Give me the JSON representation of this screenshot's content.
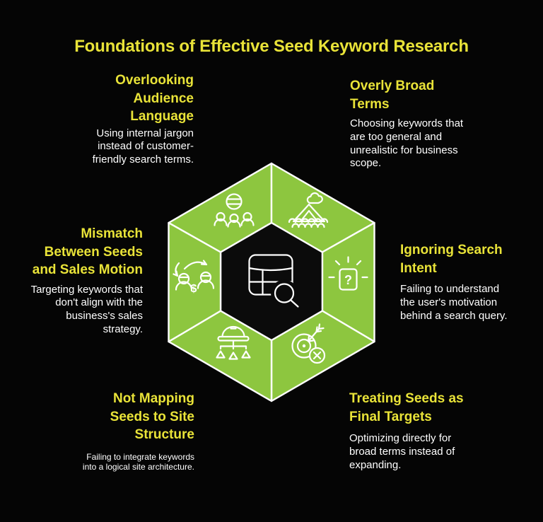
{
  "title": "Foundations of Effective Seed Keyword Research",
  "colors": {
    "bg": "#050505",
    "green": "#8DC63F",
    "yellow": "#E9E338",
    "white": "#FFFFFF",
    "center": "#0B0B0B"
  },
  "sections": {
    "top_left": {
      "heading": "Overlooking\nAudience\nLanguage",
      "body": "Using internal jargon\ninstead of customer-\nfriendly search terms.",
      "icon": "audience-icon"
    },
    "top_right": {
      "heading": "Overly Broad\nTerms",
      "body": "Choosing keywords that\nare too general and\nunrealistic for business\nscope.",
      "icon": "paper-boat-icon"
    },
    "mid_left": {
      "heading": "Mismatch\nBetween Seeds\nand Sales Motion",
      "body": "Targeting keywords that\ndon't align with the\nbusiness's sales\nstrategy.",
      "icon": "sales-exchange-icon"
    },
    "mid_right": {
      "heading": "Ignoring Search\nIntent",
      "body": "Failing to understand\nthe user's motivation\nbehind a search query.",
      "icon": "question-card-icon"
    },
    "bottom_left": {
      "heading": "Not Mapping\nSeeds to Site\nStructure",
      "body": "Failing to integrate keywords\ninto a logical site architecture.",
      "icon": "site-structure-icon"
    },
    "bottom_right": {
      "heading": "Treating Seeds as\nFinal Targets",
      "body": "Optimizing directly for\nbroad terms instead of\nexpanding.",
      "icon": "target-x-icon"
    }
  },
  "center": {
    "icon": "table-search-icon"
  },
  "glyphs": {
    "question": "?",
    "dollar": "$"
  }
}
